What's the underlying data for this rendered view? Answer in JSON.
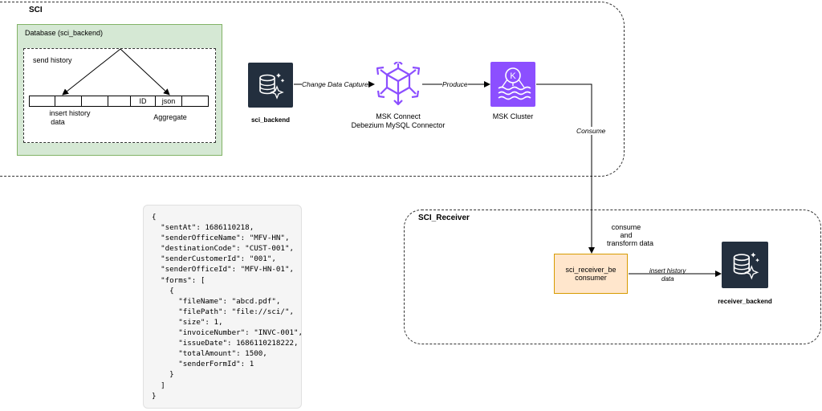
{
  "sci_group": {
    "title": "SCI"
  },
  "database_box": {
    "title": "Database (sci_backend)",
    "send_history": "send history",
    "insert_history_table": {
      "label_line1": "insert history",
      "label_line2": "data"
    },
    "aggregate_table": {
      "col1": "ID",
      "col2": "json",
      "label": "Aggregate"
    }
  },
  "nodes": {
    "sci_backend": {
      "label": "sci_backend"
    },
    "msk_connect": {
      "label_line1": "MSK Connect",
      "label_line2": "Debezium MySQL Connector"
    },
    "msk_cluster": {
      "label": "MSK Cluster",
      "icon_letter": "K"
    },
    "receiver_backend": {
      "label": "receiver_backend"
    },
    "consumer": {
      "label_line1": "sci_receiver_be",
      "label_line2": "consumer"
    }
  },
  "edges": {
    "cdc": "Change Data Capture",
    "produce": "Produce",
    "consume": "Consume",
    "consume_transform_line1": "consume",
    "consume_transform_line2": "and",
    "consume_transform_line3": "transform data",
    "insert_history_line1": "insert history",
    "insert_history_line2": "data"
  },
  "receiver_group": {
    "title": "SCI_Receiver"
  },
  "json_lines": [
    "{",
    "  \"sentAt\": 1686110218,",
    "  \"senderOfficeName\": \"MFV-HN\",",
    "  \"destinationCode\": \"CUST-001\",",
    "  \"senderCustomerId\": \"001\",",
    "  \"senderOfficeId\": \"MFV-HN-01\",",
    "  \"forms\": [",
    "    {",
    "      \"fileName\": \"abcd.pdf\",",
    "      \"filePath\": \"file://sci/\",",
    "      \"size\": 1,",
    "      \"invoiceNumber\": \"INVC-001\",",
    "      \"issueDate\": 1686110218222,",
    "      \"totalAmount\": 1500,",
    "      \"senderFormId\": 1",
    "    }",
    "  ]",
    "}"
  ],
  "colors": {
    "db_fill": "#d5e8d4",
    "db_border": "#82b366",
    "aws_dark": "#232f3e",
    "msk_purple": "#8c4fff",
    "consumer_fill": "#ffe6cc",
    "consumer_border": "#d79b00"
  }
}
